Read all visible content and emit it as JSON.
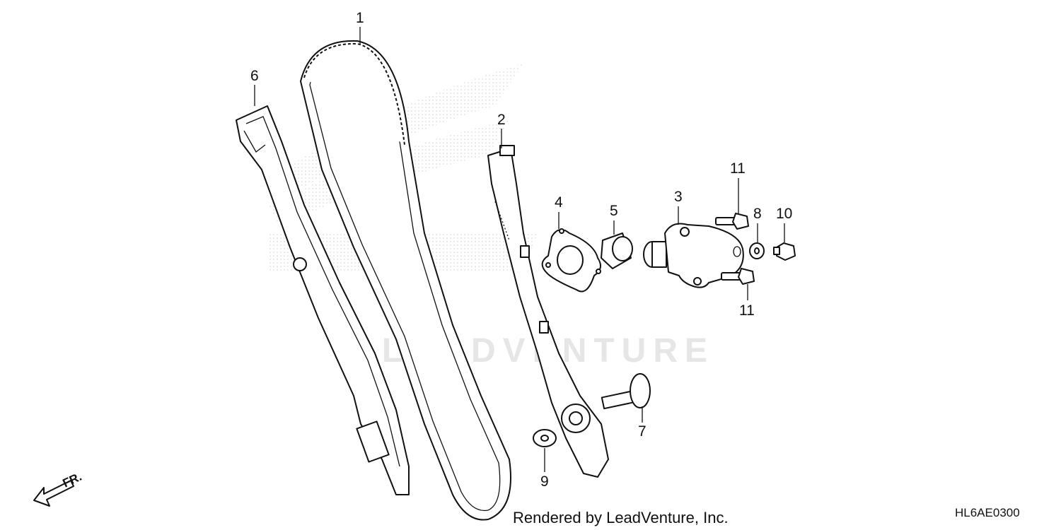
{
  "diagram": {
    "callouts": [
      {
        "id": "1",
        "label": "1"
      },
      {
        "id": "2",
        "label": "2"
      },
      {
        "id": "3",
        "label": "3"
      },
      {
        "id": "4",
        "label": "4"
      },
      {
        "id": "5",
        "label": "5"
      },
      {
        "id": "6",
        "label": "6"
      },
      {
        "id": "7",
        "label": "7"
      },
      {
        "id": "8",
        "label": "8"
      },
      {
        "id": "9",
        "label": "9"
      },
      {
        "id": "10",
        "label": "10"
      },
      {
        "id": "11a",
        "label": "11"
      },
      {
        "id": "11b",
        "label": "11"
      }
    ],
    "direction_label": "FR.",
    "watermark": "LEADVENTURE",
    "footer": "Rendered by LeadVenture, Inc.",
    "diagram_code": "HL6AE0300"
  }
}
